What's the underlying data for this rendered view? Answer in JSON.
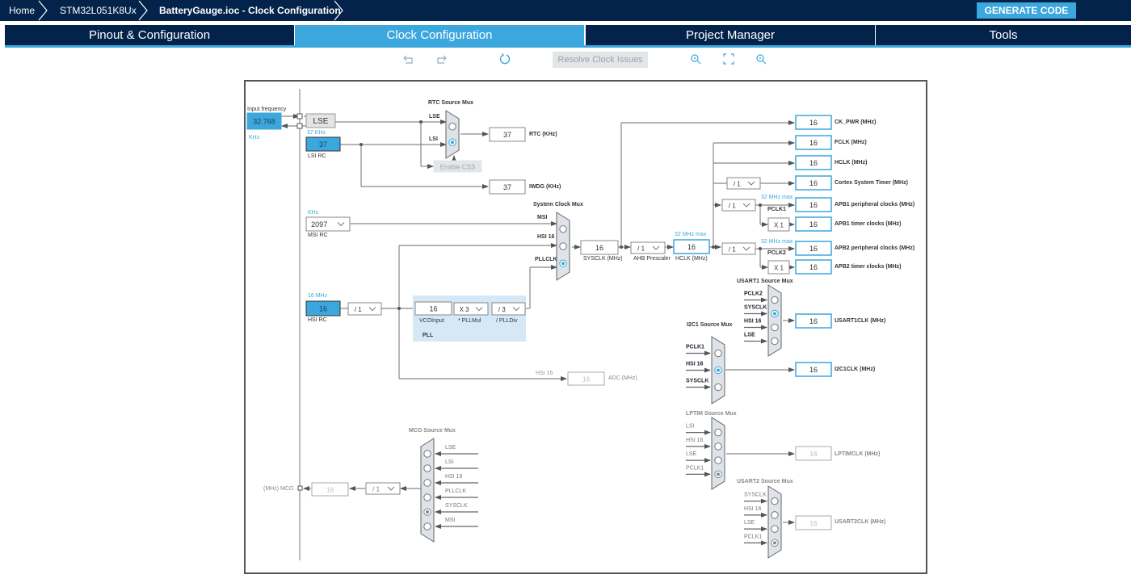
{
  "breadcrumb": {
    "items": [
      {
        "label": "Home"
      },
      {
        "label": "STM32L051K8Ux"
      },
      {
        "label": "BatteryGauge.ioc - Clock Configuration"
      }
    ]
  },
  "generate_button": "GENERATE CODE",
  "tabs": [
    {
      "label": "Pinout & Configuration",
      "active": false
    },
    {
      "label": "Clock Configuration",
      "active": true
    },
    {
      "label": "Project Manager",
      "active": false
    },
    {
      "label": "Tools",
      "active": false
    }
  ],
  "toolbar": {
    "undo_icon": "undo-icon",
    "redo_icon": "redo-icon",
    "refresh_icon": "refresh-icon",
    "resolve_label": "Resolve Clock Issues",
    "zoom_in_icon": "zoom-in-icon",
    "fit_icon": "fit-screen-icon",
    "zoom_out_icon": "zoom-out-icon"
  },
  "colors": {
    "navy": "#03234b",
    "accent": "#3ca7dd",
    "line": "#808080",
    "disabled_text": "#a8c4d8"
  },
  "clock": {
    "input_frequency_label": "Input frequency",
    "lse_value": "32.768",
    "lse_unit": "KHz",
    "lse_label": "LSE",
    "lsi_freq_label": "37 KHz",
    "lsi_value": "37",
    "lsi_label": "LSI RC",
    "rtc_mux_title": "RTC Source Mux",
    "rtc_mux_inputs": [
      "LSE",
      "LSI"
    ],
    "rtc_value": "37",
    "rtc_label": "RTC (KHz)",
    "enable_css": "Enable CSS",
    "iwdg_value": "37",
    "iwdg_label": "IWDG (KHz)",
    "msi_unit": "KHz",
    "msi_value": "2097",
    "msi_label": "MSI RC",
    "hsi_freq_label": "16 MHz",
    "hsi_value": "16",
    "hsi_label": "HSI RC",
    "hsi_div": "/ 1",
    "pll": {
      "vco_value": "16",
      "vco_label": "VCOInput",
      "mul_value": "X 3",
      "mul_label": "* PLLMul",
      "div_value": "/ 3",
      "div_label": "/ PLLDiv",
      "title": "PLL"
    },
    "sys_mux_title": "System Clock Mux",
    "sys_mux_inputs": [
      "MSI",
      "HSI 16",
      "PLLCLK"
    ],
    "sysclk_value": "16",
    "sysclk_label": "SYSCLK (MHz)",
    "ahb_value": "/ 1",
    "ahb_label": "AHB Prescaler",
    "hclk_max": "32 MHz max",
    "hclk_value": "16",
    "hclk_label": "HCLK (MHz)",
    "outputs": [
      {
        "value": "16",
        "label": "CK_PWR (MHz)"
      },
      {
        "value": "16",
        "label": "FCLK (MHz)"
      },
      {
        "value": "16",
        "label": "HCLK (MHz)"
      },
      {
        "value": "16",
        "label": "Cortex System Timer (MHz)"
      },
      {
        "value": "16",
        "label": "APB1 peripheral clocks (MHz)"
      },
      {
        "value": "16",
        "label": "APB1 timer clocks (MHz)"
      },
      {
        "value": "16",
        "label": "APB2 peripheral clocks (MHz)"
      },
      {
        "value": "16",
        "label": "APB2 timer clocks (MHz)"
      }
    ],
    "cortex_div": "/ 1",
    "apb1_div": "/ 1",
    "apb2_div": "/ 1",
    "apb1_max": "32 MHz max",
    "apb2_max": "32 MHz max",
    "pclk1": "PCLK1",
    "pclk2": "PCLK2",
    "apb1_timer_mul": "X 1",
    "apb2_timer_mul": "X 1",
    "usart1_mux_title": "USART1 Source Mux",
    "usart1_inputs": [
      "PCLK2",
      "SYSCLK",
      "HSI 16",
      "LSE"
    ],
    "usart1_value": "16",
    "usart1_label": "USART1CLK (MHz)",
    "i2c1_mux_title": "I2C1 Source Mux",
    "i2c1_inputs": [
      "PCLK1",
      "HSI 16",
      "SYSCLK"
    ],
    "i2c1_value": "16",
    "i2c1_label": "I2C1CLK (MHz)",
    "adc_input": "HSI 16",
    "adc_value": "16",
    "adc_label": "ADC (MHz)",
    "lptim_mux_title": "LPTIM Source Mux",
    "lptim_inputs": [
      "LSI",
      "HSI 16",
      "LSE",
      "PCLK1"
    ],
    "lptim_value": "16",
    "lptim_label": "LPTIMCLK (MHz)",
    "usart2_mux_title": "USART2 Source Mux",
    "usart2_inputs": [
      "SYSCLK",
      "HSI 16",
      "LSE",
      "PCLK1"
    ],
    "usart2_value": "16",
    "usart2_label": "USART2CLK (MHz)",
    "mco_mux_title": "MCO Source Mux",
    "mco_inputs": [
      "LSE",
      "LSI",
      "HSI 16",
      "PLLCLK",
      "SYSCLK",
      "MSI"
    ],
    "mco_value": "16",
    "mco_div": "/ 1",
    "mco_label": "(MHz) MCO"
  }
}
